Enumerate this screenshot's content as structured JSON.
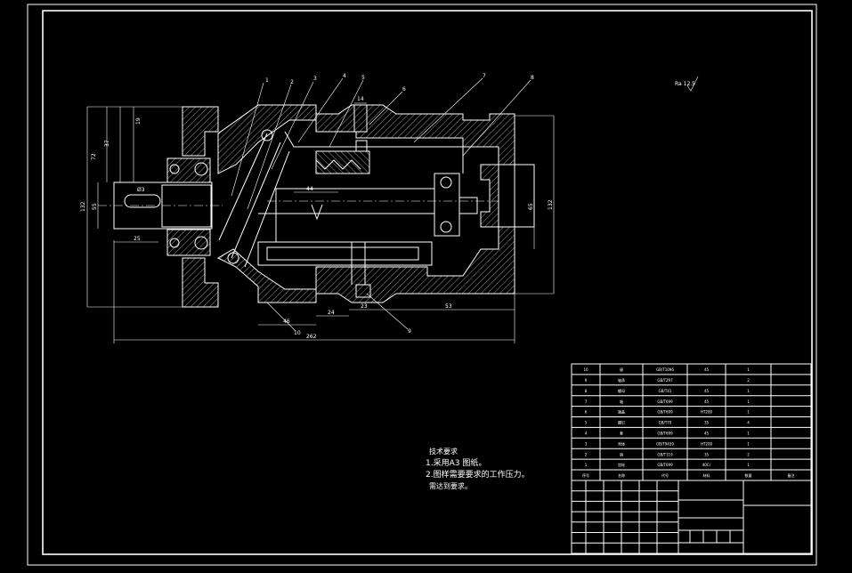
{
  "balloons": [
    "1",
    "2",
    "3",
    "4",
    "5",
    "6",
    "7",
    "8",
    "9",
    "10"
  ],
  "dimensions": {
    "d14": "14",
    "d44": "44",
    "d25": "25",
    "d83": "Ø3",
    "d19": "19",
    "d37": "37",
    "d72": "72",
    "d132": "132",
    "d55": "55",
    "d65": "65",
    "d132r": "132",
    "d24": "24",
    "d23": "23",
    "d53": "53",
    "d46": "46",
    "d262": "262"
  },
  "roughness": "Ra 12.5",
  "requirements": {
    "title": "技术要求",
    "line1": "1.采用A3 图纸。",
    "line2": "2.图样需要要求的工作压力。",
    "line3": "需达到要求。"
  },
  "bom": {
    "rows": [
      [
        "10",
        "键",
        "GB/T1096",
        "45",
        "1",
        ""
      ],
      [
        "9",
        "轴承",
        "GB/T297",
        "",
        "2",
        ""
      ],
      [
        "8",
        "螺母",
        "GB/T41",
        "45",
        "1",
        ""
      ],
      [
        "7",
        "轴",
        "GB/T699",
        "45",
        "1",
        ""
      ],
      [
        "6",
        "端盖",
        "GB/T699",
        "HT200",
        "1",
        ""
      ],
      [
        "5",
        "螺钉",
        "GB/T70",
        "35",
        "4",
        ""
      ],
      [
        "4",
        "套",
        "GB/T699",
        "45",
        "1",
        ""
      ],
      [
        "3",
        "壳体",
        "GB/T9439",
        "HT200",
        "1",
        ""
      ],
      [
        "2",
        "销",
        "GB/T119",
        "35",
        "2",
        ""
      ],
      [
        "1",
        "齿轮",
        "GB/T699",
        "40Cr",
        "1",
        ""
      ]
    ],
    "header": [
      "序号",
      "名称",
      "代号",
      "材料",
      "数量",
      "备注"
    ]
  }
}
